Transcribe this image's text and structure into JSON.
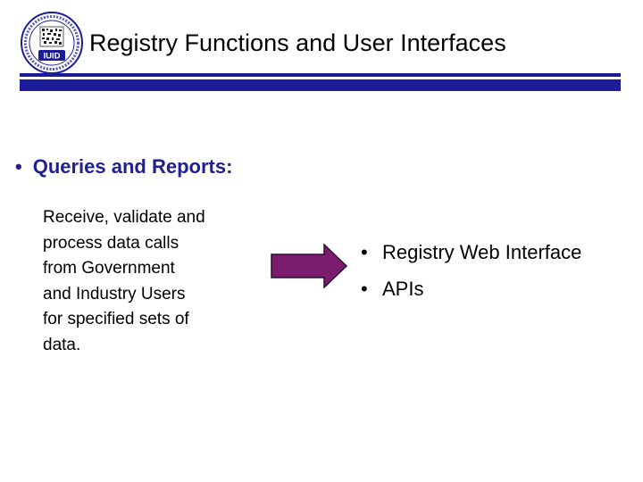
{
  "header": {
    "title": "Registry Functions and User Interfaces",
    "logo_text": "IUID",
    "bar_color": "#1c1c99"
  },
  "main": {
    "heading": "Queries and Reports:",
    "heading_color": "#1f1f8f",
    "paragraph_lines": [
      "Receive, validate and",
      "process data calls",
      "from Government",
      "and Industry Users",
      "for specified sets of",
      "data."
    ],
    "arrow_color": "#7b1c6e",
    "arrow_icon": "right-arrow-icon",
    "bullets": [
      "Registry Web Interface",
      "APIs"
    ]
  }
}
